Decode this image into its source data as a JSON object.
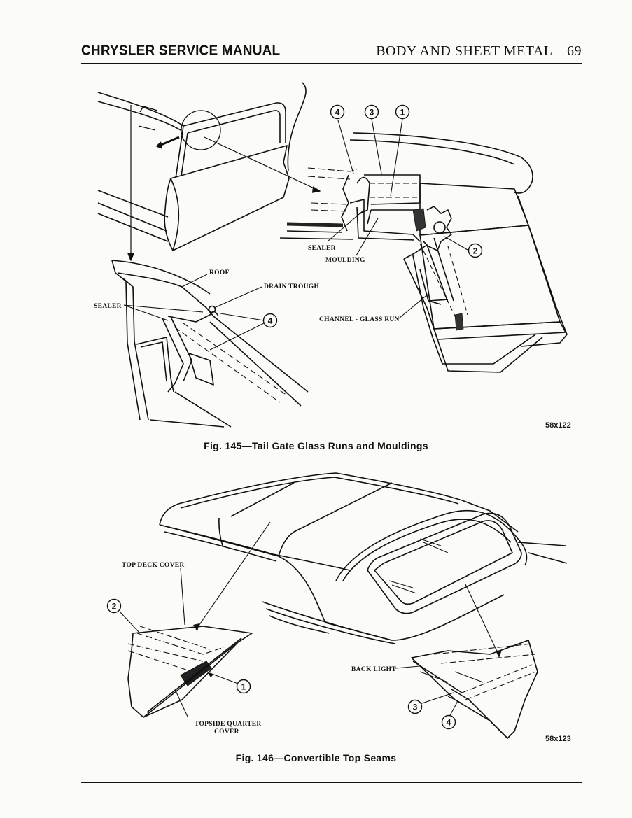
{
  "header": {
    "left": "CHRYSLER SERVICE MANUAL",
    "right": "BODY AND SHEET METAL—69"
  },
  "figure145": {
    "callouts": [
      "4",
      "3",
      "1",
      "2",
      "4"
    ],
    "labels": {
      "roof": "ROOF",
      "drain_trough": "DRAIN TROUGH",
      "sealer_left": "SEALER",
      "sealer_detail": "SEALER",
      "moulding": "MOULDING",
      "channel": "CHANNEL - GLASS RUN"
    },
    "code": "58x122",
    "caption": "Fig. 145—Tail Gate Glass Runs and Mouldings"
  },
  "figure146": {
    "callouts": [
      "2",
      "1",
      "3",
      "4"
    ],
    "labels": {
      "top_deck_cover": "TOP DECK COVER",
      "topside_quarter_line1": "TOPSIDE QUARTER",
      "topside_quarter_line2": "COVER",
      "back_light": "BACK LIGHT"
    },
    "code": "58x123",
    "caption": "Fig. 146—Convertible Top Seams"
  }
}
